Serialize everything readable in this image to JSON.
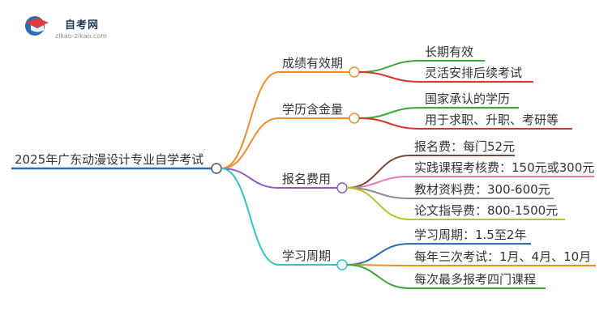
{
  "logo": {
    "name": "自考网",
    "url": "zikao-zikao.com",
    "icon": "graduation-cap-icon"
  },
  "mindmap": {
    "root": "2025年广东动漫设计专业自学考试",
    "branches": [
      {
        "label": "成绩有效期",
        "color": "#f28c28",
        "children": [
          {
            "label": "长期有效",
            "color": "#3aa63a"
          },
          {
            "label": "灵活安排后续考试",
            "color": "#d9342b"
          }
        ]
      },
      {
        "label": "学历含金量",
        "color": "#f28c28",
        "children": [
          {
            "label": "国家承认的学历",
            "color": "#3aa63a"
          },
          {
            "label": "用于求职、升职、考研等",
            "color": "#d9342b"
          }
        ]
      },
      {
        "label": "报名费用",
        "color": "#8e5bc4",
        "children": [
          {
            "label": "报名费：每门52元",
            "color": "#7a4a3a"
          },
          {
            "label": "实践课程考核费：150元或300元",
            "color": "#e879b8"
          },
          {
            "label": "教材资料费：300-600元",
            "color": "#8c8c8c"
          },
          {
            "label": "论文指导费：800-1500元",
            "color": "#bcc22c"
          }
        ]
      },
      {
        "label": "学习周期",
        "color": "#2ec4c9",
        "children": [
          {
            "label": "学习周期：1.5至2年",
            "color": "#2a6db5"
          },
          {
            "label": "每年三次考试：1月、4月、10月",
            "color": "#f28c28"
          },
          {
            "label": "每次最多报考四门课程",
            "color": "#3aa63a"
          }
        ]
      }
    ],
    "root_color": "#2a6db5"
  }
}
